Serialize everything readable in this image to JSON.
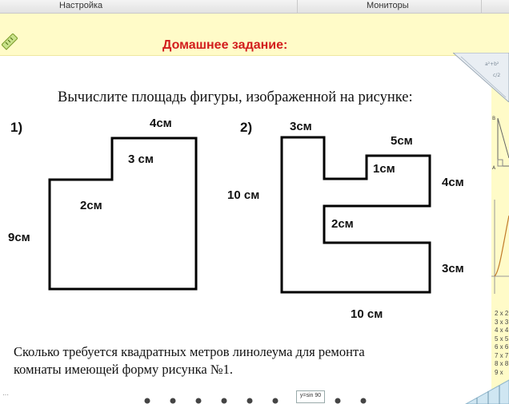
{
  "tabs": [
    {
      "label": "Настройка"
    },
    {
      "label": "Мониторы"
    },
    {
      "label": ""
    }
  ],
  "banner": {
    "title": "Домашнее задание:"
  },
  "task": {
    "text": "Вычислите площадь фигуры, изображенной на рисунке:"
  },
  "figure1": {
    "number": "1)",
    "top_width": "4см",
    "step_height": "3 см",
    "step_width": "2см",
    "height": "9см"
  },
  "figure2": {
    "number": "2)",
    "top_width": "3см",
    "left_height": "10 см",
    "upper_arm_width": "5см",
    "upper_notch": "1см",
    "upper_arm_height": "4см",
    "lower_notch": "2см",
    "lower_arm_height": "3см",
    "bottom_width": "10 см"
  },
  "question": {
    "line1": "Сколько требуется квадратных метров линолеума для ремонта",
    "line2": "комнаты имеющей форму рисунка №1."
  },
  "sidebar": {
    "multiplication": [
      "2 x 2",
      "3 x 3",
      "4 x 4",
      "5 x 5",
      "6 x 6",
      "7 x 7",
      "8 x 8",
      "9 x"
    ]
  },
  "footer": {
    "formula_chip": "y=sin 90"
  },
  "colors": {
    "banner": "#fffbc8",
    "title": "#d21d1d",
    "lines": "#000000"
  }
}
